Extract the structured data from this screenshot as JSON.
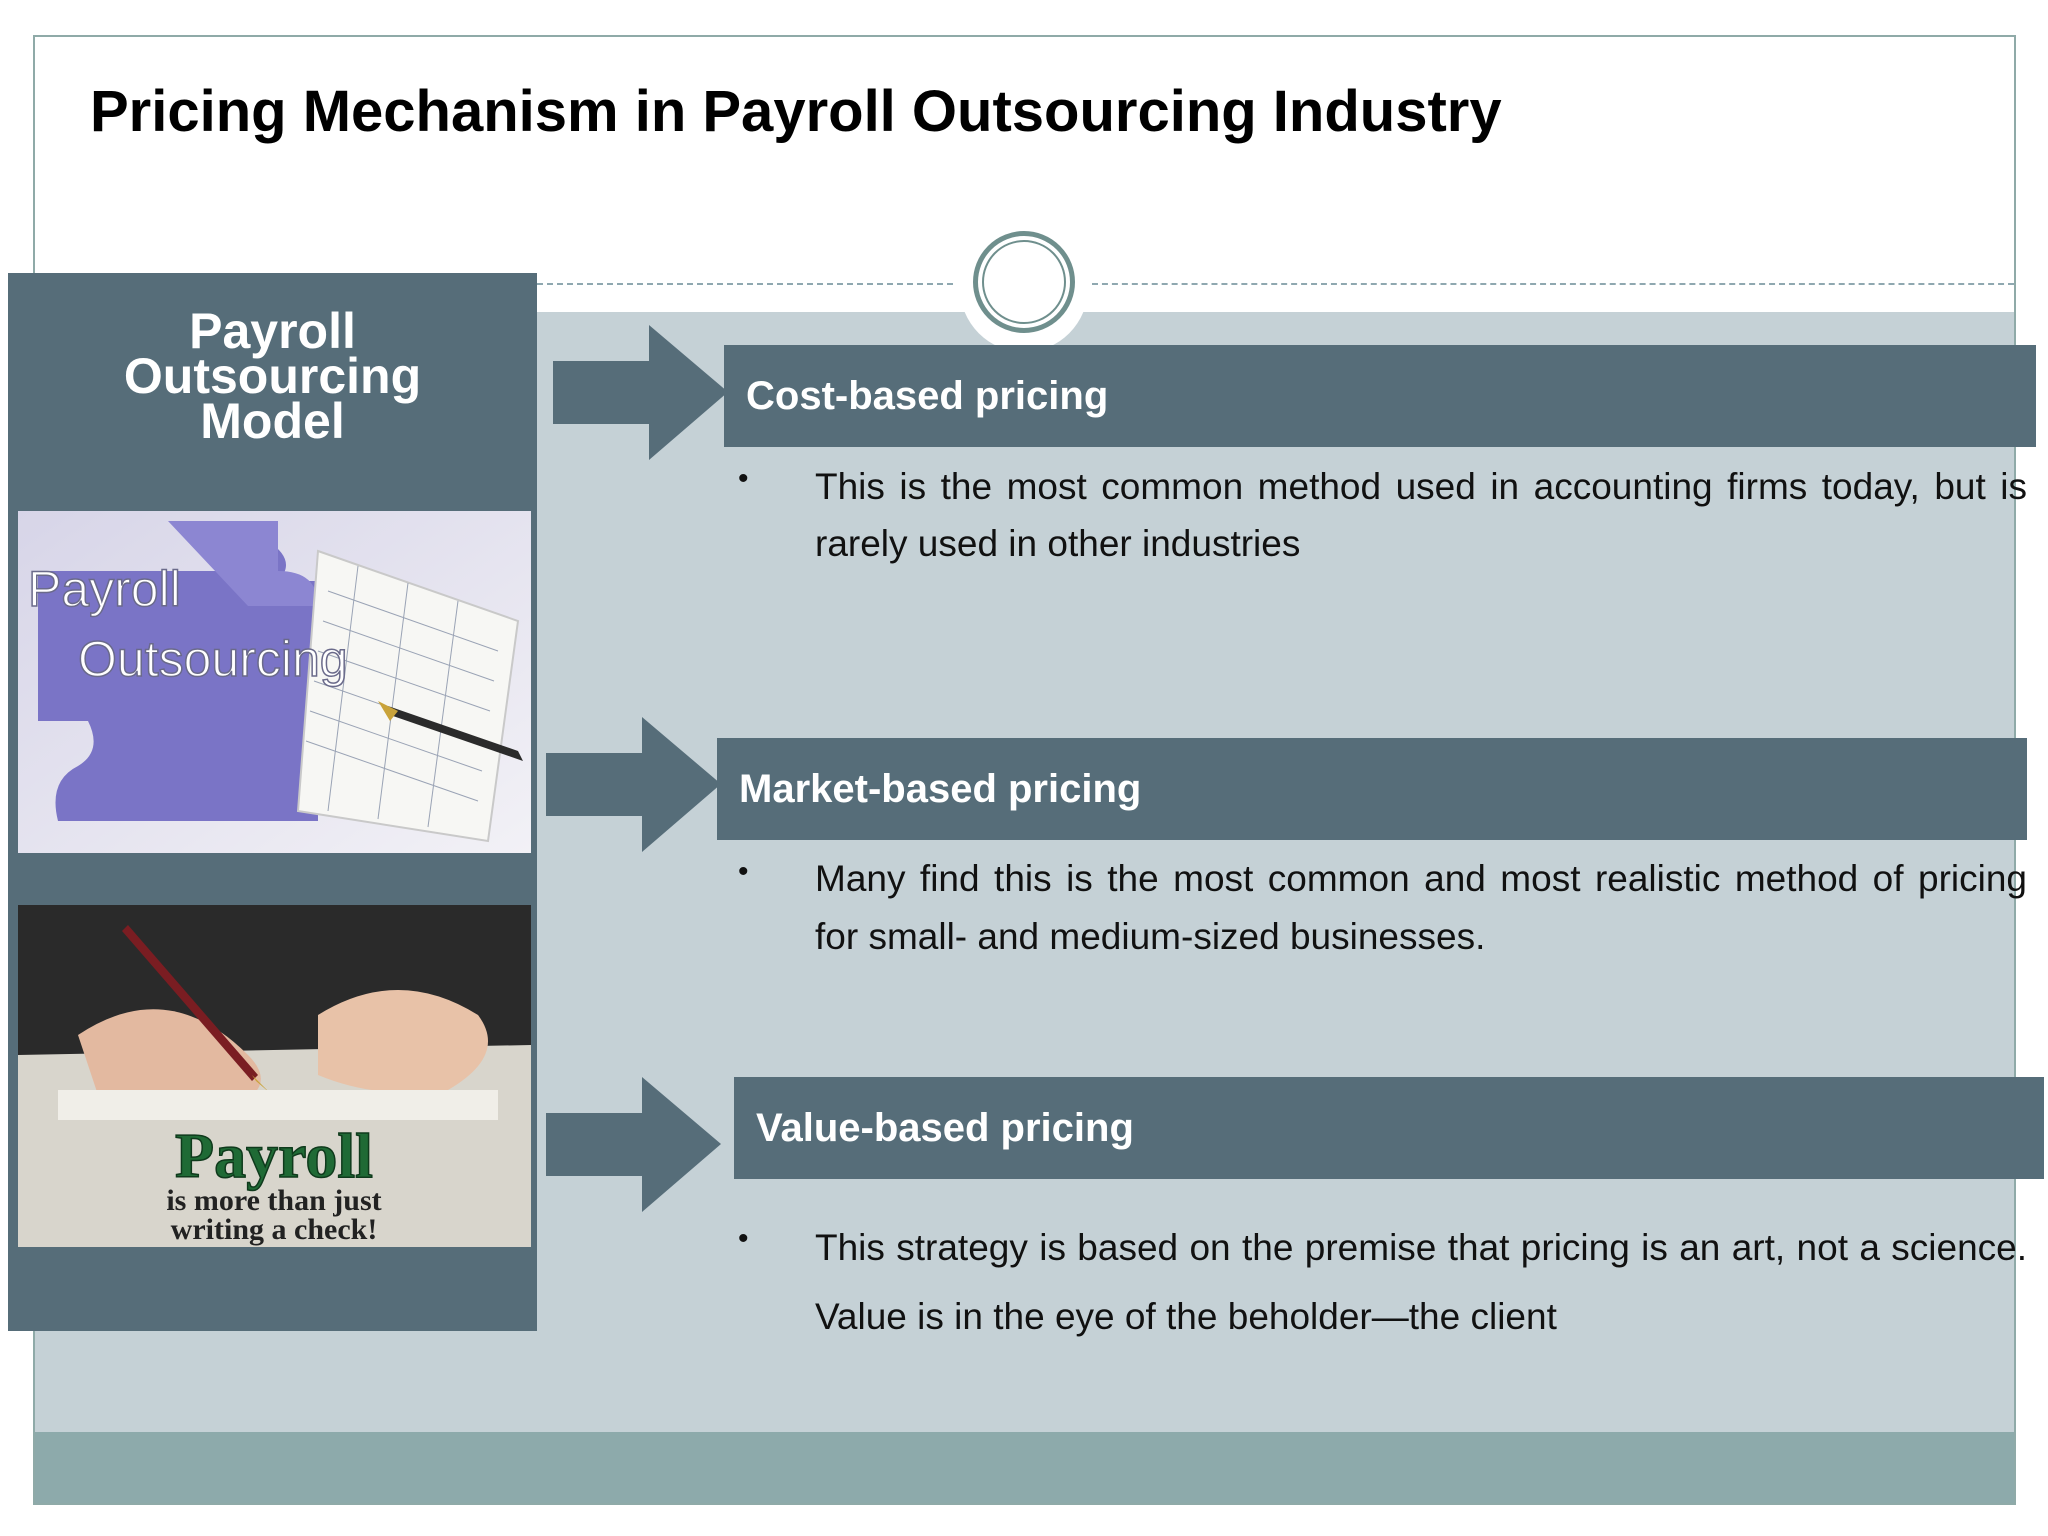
{
  "slide": {
    "title": "Pricing Mechanism in Payroll Outsourcing Industry"
  },
  "left_panel": {
    "title_lines": [
      "Payroll",
      "Outsourcing",
      "Model"
    ],
    "image1_text": [
      "Payroll",
      "Outsourcing"
    ],
    "image2_text": [
      "Payroll",
      "is more than just",
      "writing a check!"
    ]
  },
  "sections": [
    {
      "heading": "Cost-based pricing",
      "bullet": "•",
      "text": "This is the most common method used in accounting firms today, but is rarely used in other industries"
    },
    {
      "heading": "Market-based pricing",
      "bullet": "•",
      "text": "Many find this is the most common and most realistic method of pricing for small- and medium-sized businesses."
    },
    {
      "heading": "Value-based pricing",
      "bullet": "•",
      "text": "This strategy is based on the premise that pricing is an art, not a science. Value is in the eye of the beholder—the client"
    }
  ],
  "colors": {
    "panel": "#566d79",
    "content_bg": "#c5d1d6",
    "footer_band": "#8daaab",
    "ring": "#6f8f8d"
  }
}
